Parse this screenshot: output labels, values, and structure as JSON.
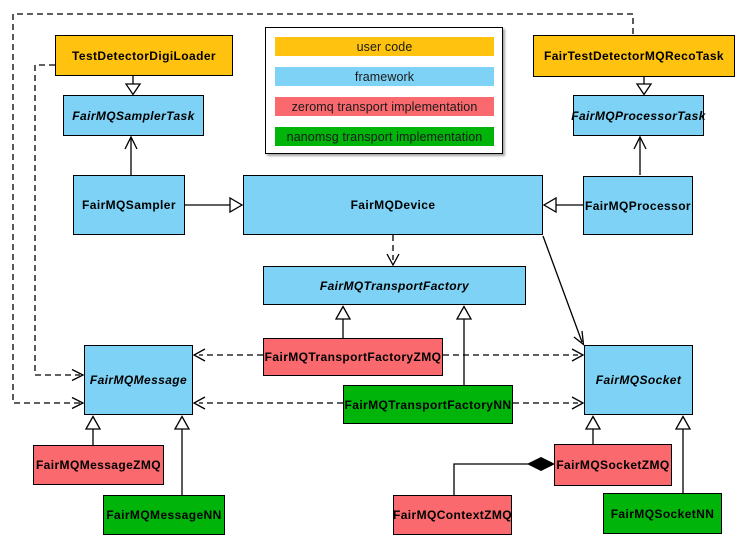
{
  "colors": {
    "user_code": "#FFC20E",
    "framework": "#7DD2F5",
    "zeromq": "#F9696E",
    "nanomsg": "#00B40A",
    "line": "#000000",
    "background": "#ffffff"
  },
  "legend": {
    "user_code": "user code",
    "framework": "framework",
    "zeromq": "zeromq transport implementation",
    "nanomsg": "nanomsg transport implementation"
  },
  "nodes": {
    "test_detector_digi_loader": "TestDetectorDigiLoader",
    "fair_test_detector_mq_reco_task": "FairTestDetectorMQRecoTask",
    "fairmq_sampler_task": "FairMQSamplerTask",
    "fairmq_processor_task": "FairMQProcessorTask",
    "fairmq_sampler": "FairMQSampler",
    "fairmq_device": "FairMQDevice",
    "fairmq_processor": "FairMQProcessor",
    "fairmq_transport_factory": "FairMQTransportFactory",
    "fairmq_transport_factory_zmq": "FairMQTransportFactoryZMQ",
    "fairmq_transport_factory_nn": "FairMQTransportFactoryNN",
    "fairmq_message": "FairMQMessage",
    "fairmq_socket": "FairMQSocket",
    "fairmq_message_zmq": "FairMQMessageZMQ",
    "fairmq_message_nn": "FairMQMessageNN",
    "fairmq_socket_zmq": "FairMQSocketZMQ",
    "fairmq_context_zmq": "FairMQContextZMQ",
    "fairmq_socket_nn": "FairMQSocketNN"
  }
}
